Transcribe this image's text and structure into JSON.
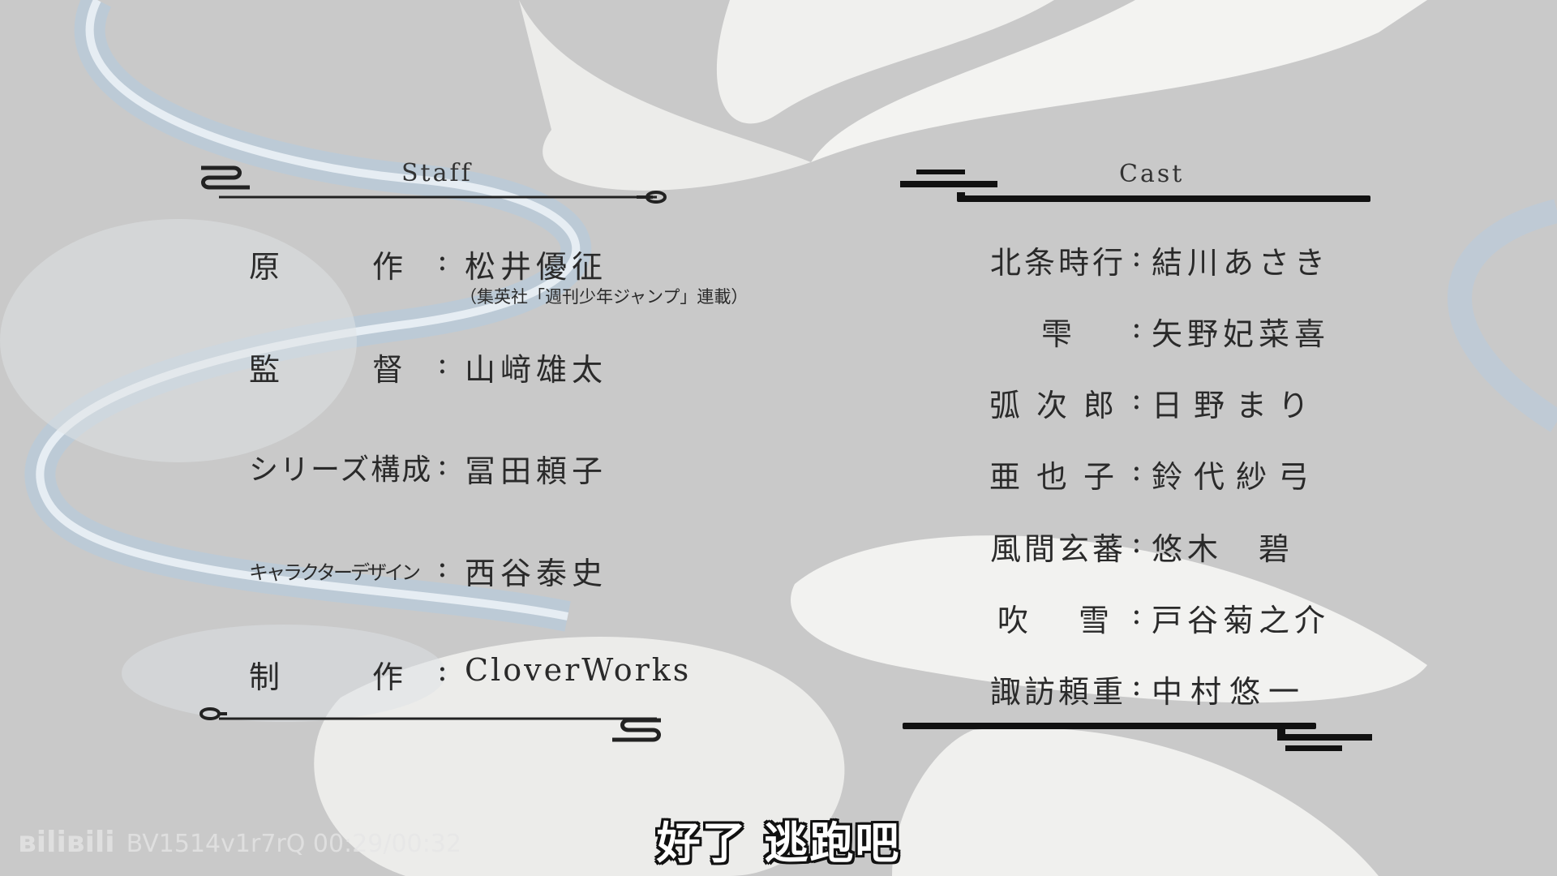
{
  "staff": {
    "header": "Staff",
    "rows": [
      {
        "role": "原　作",
        "name": "松井優征",
        "note": "（集英社「週刊少年ジャンプ」連載）"
      },
      {
        "role": "監　督",
        "name": "山﨑雄太"
      },
      {
        "role": "シリーズ構成",
        "name": "冨田頼子"
      },
      {
        "role": "キャラクターデザイン",
        "name": "西谷泰史"
      },
      {
        "role": "制　作",
        "name": "CloverWorks"
      }
    ]
  },
  "cast": {
    "header": "Cast",
    "rows": [
      {
        "role": "北条時行",
        "name": "結川あさき"
      },
      {
        "role": "雫",
        "name": "矢野妃菜喜"
      },
      {
        "role": "弧次郎",
        "name": "日野まり"
      },
      {
        "role": "亜也子",
        "name": "鈴代紗弓"
      },
      {
        "role": "風間玄蕃",
        "name": "悠木　碧"
      },
      {
        "role": "吹　雪",
        "name": "戸谷菊之介"
      },
      {
        "role": "諏訪頼重",
        "name": "中村悠一"
      }
    ]
  },
  "colon": ":",
  "subtitle": "好了 逃跑吧",
  "watermark": {
    "logo": "bilibili",
    "text": "BV1514v1r7rQ 00:29/00:32"
  },
  "colors": {
    "background": "#c9c9c9",
    "ink": "#2a2a2a",
    "wave": "#f2f2f0",
    "stream": "#b8c8d8"
  }
}
